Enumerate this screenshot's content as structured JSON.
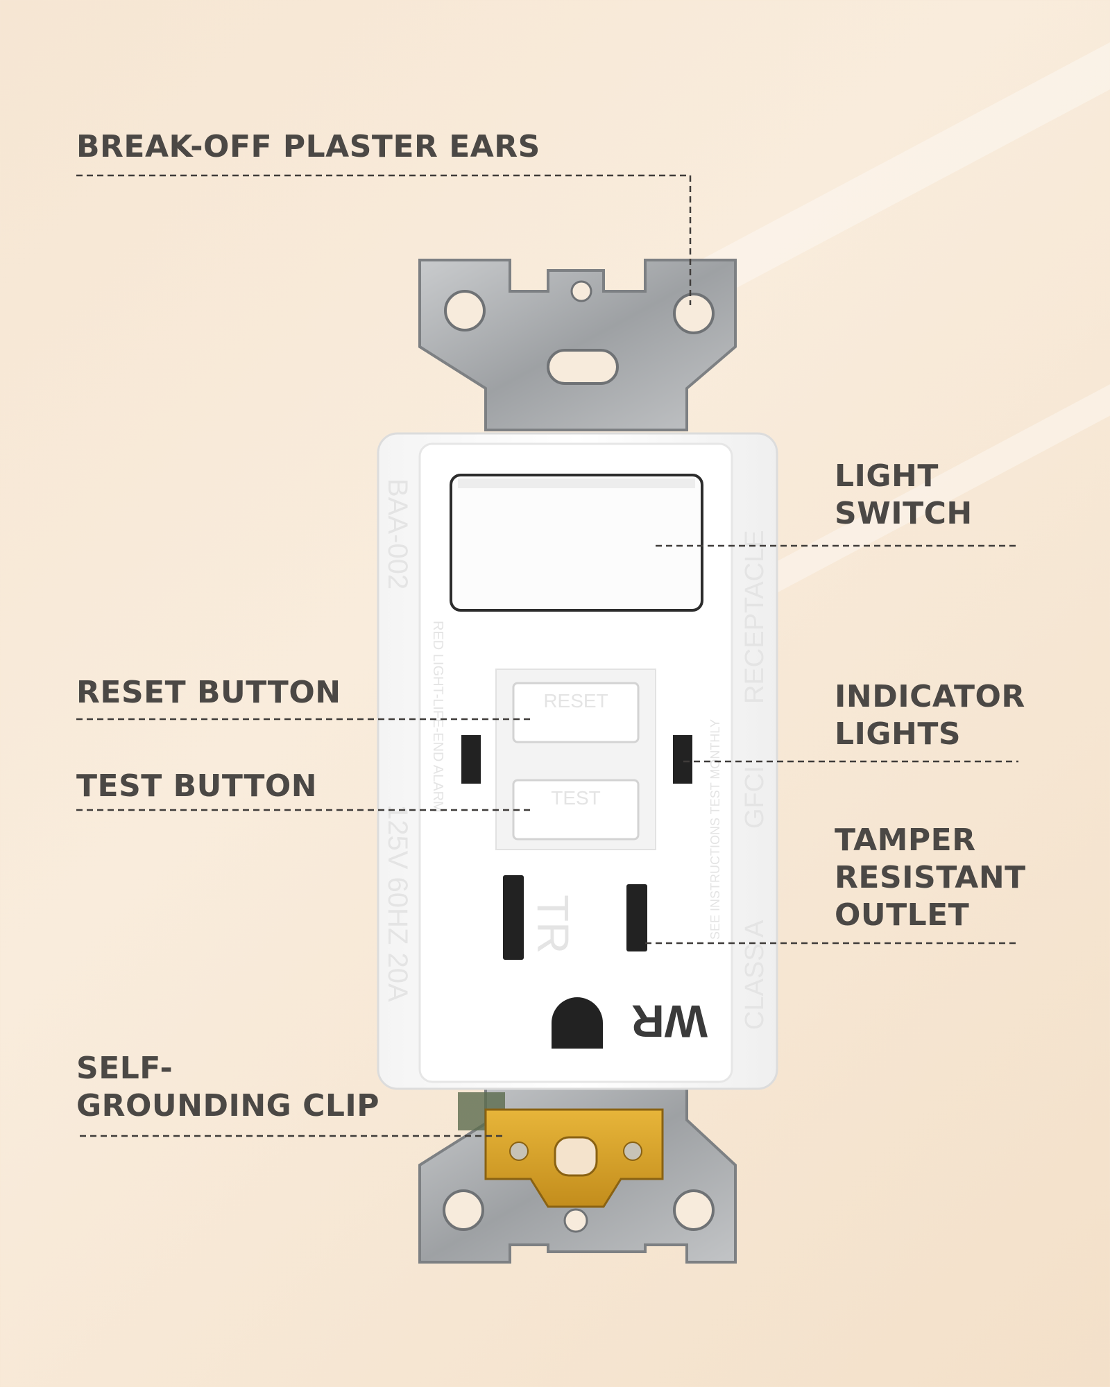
{
  "labels": {
    "plaster_ears": "BREAK-OFF PLASTER EARS",
    "light_switch": "LIGHT\nSWITCH",
    "reset_button": "RESET BUTTON",
    "indicator_lights": "INDICATOR\nLIGHTS",
    "test_button": "TEST BUTTON",
    "tamper_outlet": "TAMPER\nRESISTANT\nOUTLET",
    "grounding_clip": "SELF-\nGROUNDING CLIP"
  },
  "device_markings": {
    "model": "BAA-002",
    "rating": "125V 60HZ 20A",
    "alarm_text": "RED LIGHT-LIFE-END ALARM",
    "receptacle": "RECEPTACLE",
    "gfci": "GFCI",
    "class": "CLASS A",
    "instructions": "SEE INSTRUCTIONS TEST MONTHLY",
    "reset": "RESET",
    "test": "TEST",
    "tamper_mark": "TR",
    "weather_mark": "WR"
  },
  "colors": {
    "background": "#f6e6d3",
    "label_text": "#4b4845",
    "device_body": "#ffffff",
    "metal": "#a9abae",
    "ground_clip": "#d8a42a"
  }
}
